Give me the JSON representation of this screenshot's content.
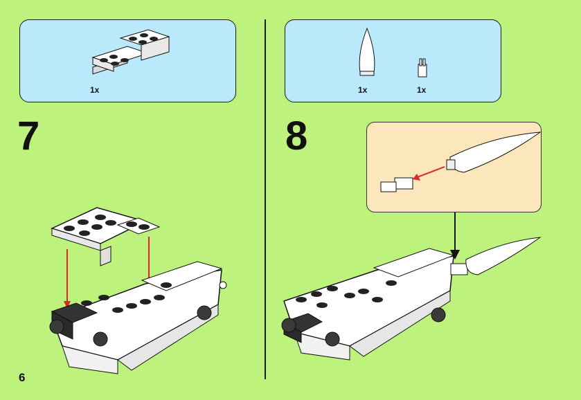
{
  "page": {
    "number": "6"
  },
  "steps": [
    {
      "number": "7",
      "parts": [
        {
          "name": "bracket-plate",
          "qty": "1x"
        }
      ]
    },
    {
      "number": "8",
      "parts": [
        {
          "name": "cone-white",
          "qty": "1x"
        },
        {
          "name": "clip-bar",
          "qty": "1x"
        }
      ]
    }
  ],
  "colors": {
    "background": "#bdf27c",
    "parts_box": "#b9e9fb",
    "callout": "#fce6bb",
    "arrow": "#e0242a"
  }
}
